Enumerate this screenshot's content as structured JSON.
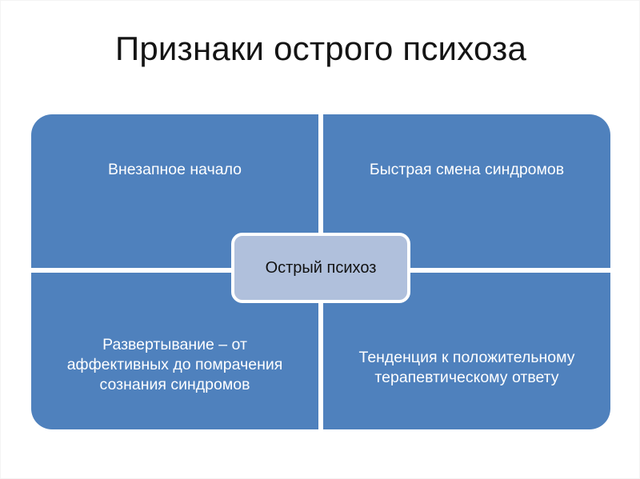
{
  "slide": {
    "title": "Признаки острого психоза",
    "background_color": "#ffffff",
    "title_color": "#141414"
  },
  "diagram": {
    "type": "matrix-with-center-callout",
    "quadrant_color": "#4f81bd",
    "quadrant_text_color": "#ffffff",
    "divider_color": "#ffffff",
    "center": {
      "label": "Острый психоз",
      "fill_color": "#b0c0dc",
      "border_color": "#ffffff",
      "text_color": "#111111"
    },
    "quadrants": [
      {
        "position": "top-left",
        "label": "Внезапное начало"
      },
      {
        "position": "top-right",
        "label": "Быстрая смена синдромов"
      },
      {
        "position": "bottom-left",
        "label": "Развертывание – от аффективных до помрачения сознания синдромов"
      },
      {
        "position": "bottom-right",
        "label": "Тенденция к положительному терапевтическому ответу"
      }
    ]
  }
}
